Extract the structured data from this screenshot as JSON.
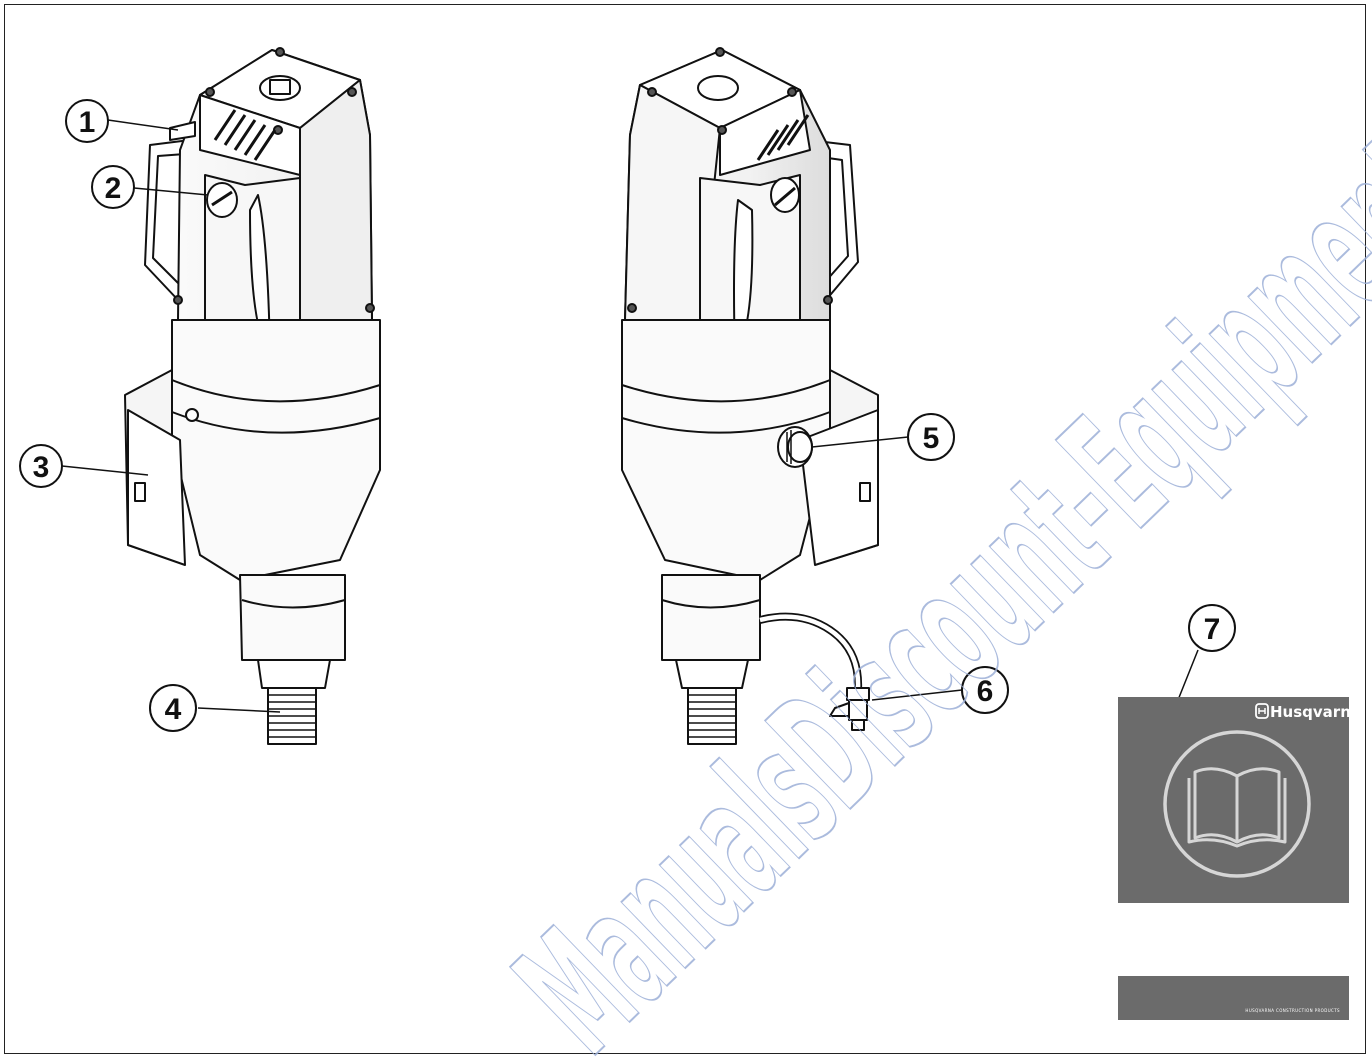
{
  "figure": {
    "watermark_text": "ManualsDiscount-Equipment.com",
    "callouts": [
      {
        "id": "1",
        "label": "1"
      },
      {
        "id": "2",
        "label": "2"
      },
      {
        "id": "3",
        "label": "3"
      },
      {
        "id": "4",
        "label": "4"
      },
      {
        "id": "5",
        "label": "5"
      },
      {
        "id": "6",
        "label": "6"
      },
      {
        "id": "7",
        "label": "7"
      }
    ],
    "manual": {
      "brand": "Husqvarna",
      "footer": "HUSQVARNA CONSTRUCTION PRODUCTS",
      "cover_color": "#6b6b6b",
      "icon": "open-book-icon"
    }
  }
}
